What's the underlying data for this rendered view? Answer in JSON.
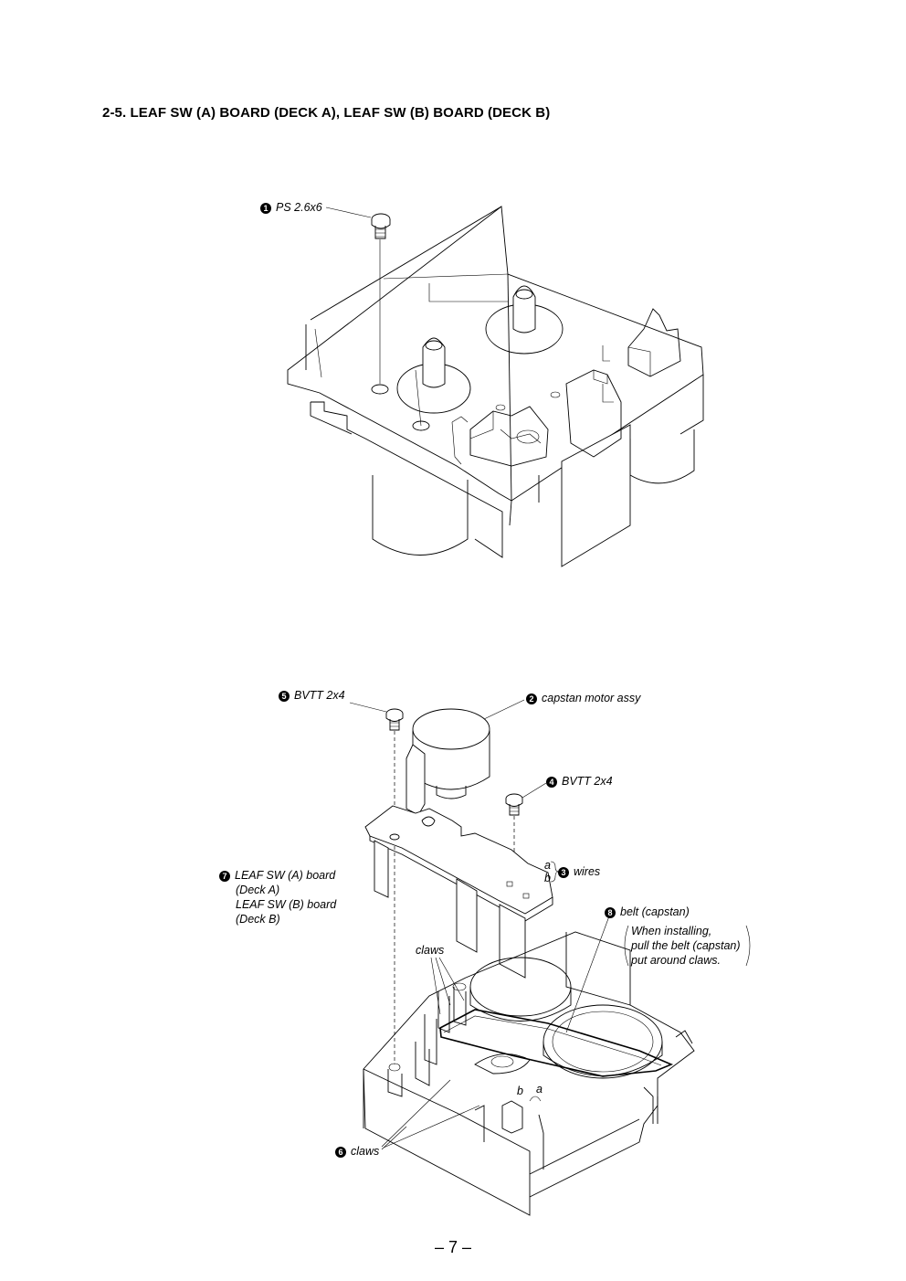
{
  "page": {
    "title": "2-5. LEAF SW (A) BOARD (DECK A), LEAF SW (B) BOARD (DECK B)",
    "page_number": "– 7 –"
  },
  "figure_top": {
    "callouts": [
      {
        "number": "1",
        "text": "PS 2.6x6"
      }
    ]
  },
  "figure_bottom": {
    "callouts": [
      {
        "number": "5",
        "text": "BVTT 2x4"
      },
      {
        "number": "2",
        "text": "capstan motor assy"
      },
      {
        "number": "4",
        "text": "BVTT 2x4"
      },
      {
        "number": "3",
        "text": "wires"
      },
      {
        "number": "7",
        "lines": [
          "LEAF SW (A) board",
          "(Deck A)",
          "LEAF SW (B) board",
          "(Deck B)"
        ]
      },
      {
        "number": "8",
        "text": "belt (capstan)"
      },
      {
        "number": "6",
        "text": "claws"
      }
    ],
    "note_lines": [
      "When installing,",
      "pull the belt (capstan)",
      "put around claws."
    ],
    "claws_label": "claws",
    "wire_labels": {
      "a": "a",
      "b": "b"
    },
    "board_labels": {
      "b": "b",
      "a": "a"
    }
  }
}
